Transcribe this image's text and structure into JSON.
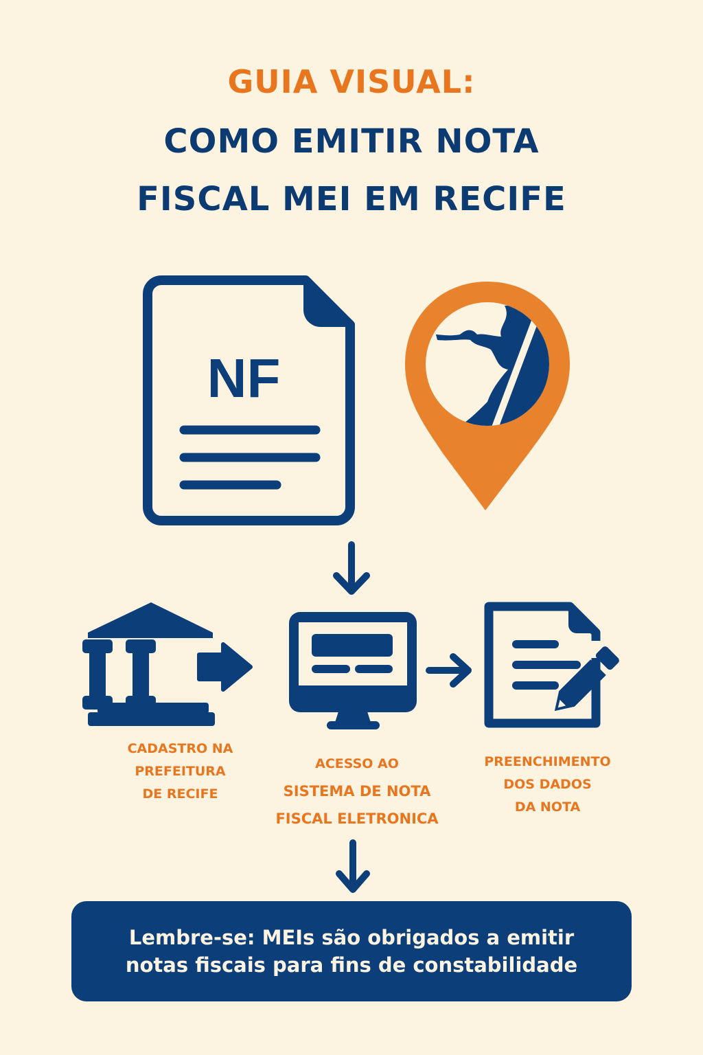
{
  "header": {
    "line1": "GUIA VISUAL:",
    "line2": "COMO EMITIR NOTA",
    "line3": "FISCAL MEI EM RECIFE"
  },
  "icons": {
    "document": {
      "name": "invoice-document-icon",
      "text": "NF"
    },
    "pin": {
      "name": "recife-map-pin-icon"
    },
    "building": {
      "name": "government-building-icon"
    },
    "computer": {
      "name": "computer-monitor-icon"
    },
    "form": {
      "name": "document-edit-icon"
    }
  },
  "steps": [
    {
      "lines": [
        "CADASTRO NA",
        "PREFEITURA",
        "DE RECIFE"
      ]
    },
    {
      "lines": [
        "ACESSO AO",
        "SISTEMA DE NOTA",
        "FISCAL ELETRONICA"
      ]
    },
    {
      "lines": [
        "PREENCHIMENTO",
        "DOS DADOS",
        "DA NOTA"
      ]
    }
  ],
  "note": {
    "line1": "Lembre-se: MEIs são obrigados a emitir",
    "line2": "notas fiscais para fins de constabilidade"
  },
  "colors": {
    "background": "#fdf3e1",
    "navy": "#0c3f79",
    "orange": "#e8761f"
  }
}
